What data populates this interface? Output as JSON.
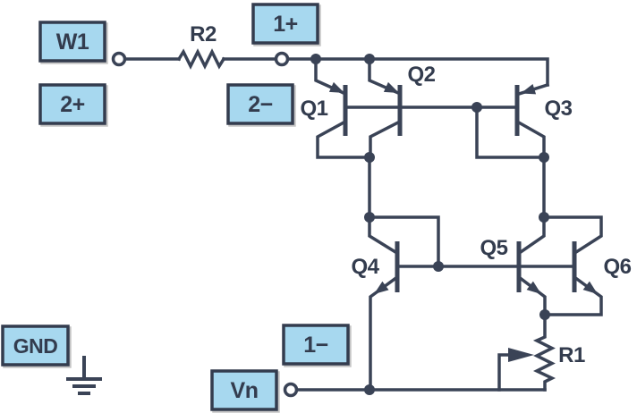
{
  "diagram": {
    "ports": {
      "w1": "W1",
      "p2plus": "2+",
      "p1plus": "1+",
      "p2minus": "2−",
      "gnd": "GND",
      "p1minus": "1−",
      "vn": "Vn"
    },
    "components": {
      "q1": {
        "ref": "Q1",
        "type": "PNP"
      },
      "q2": {
        "ref": "Q2",
        "type": "PNP"
      },
      "q3": {
        "ref": "Q3",
        "type": "PNP"
      },
      "q4": {
        "ref": "Q4",
        "type": "NPN"
      },
      "q5": {
        "ref": "Q5",
        "type": "NPN"
      },
      "q6": {
        "ref": "Q6",
        "type": "NPN"
      },
      "r1": {
        "ref": "R1",
        "type": "rheostat"
      },
      "r2": {
        "ref": "R2",
        "type": "resistor"
      }
    },
    "colors": {
      "wire": "#3a4356",
      "port_fill": "#a7d8ef",
      "port_border": "#333c4e",
      "label_text": "#333c4e",
      "shadow": "#c6c6c6",
      "background": "#ffffff"
    }
  }
}
